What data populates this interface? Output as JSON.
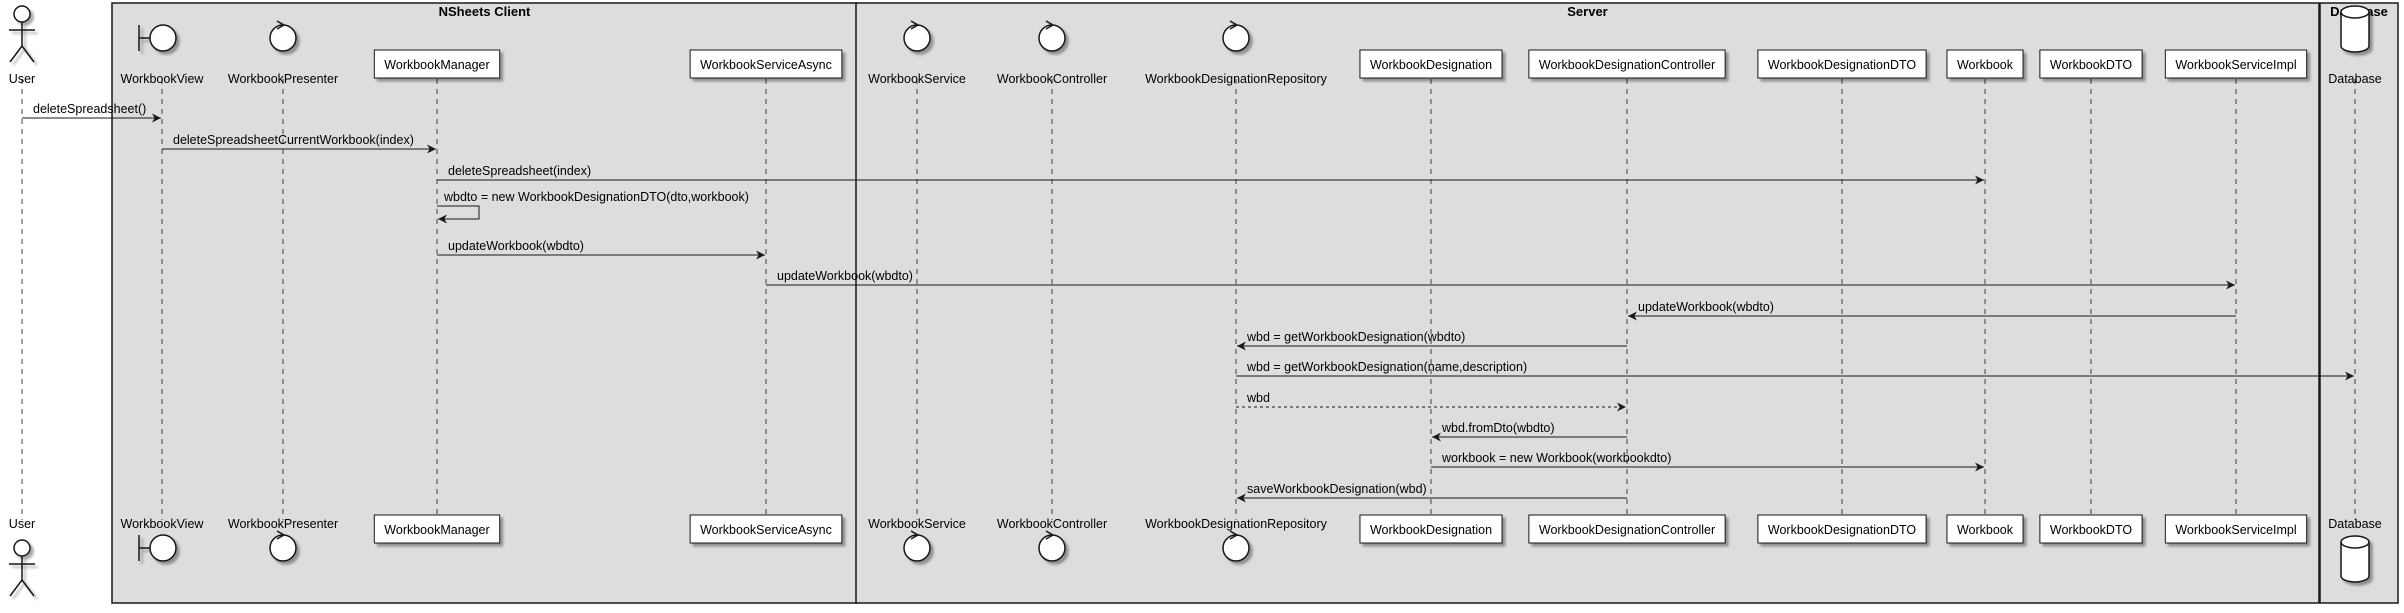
{
  "boxes": [
    {
      "id": "client",
      "title": "NSheets Client"
    },
    {
      "id": "server",
      "title": "Server"
    },
    {
      "id": "database",
      "title": "Database"
    }
  ],
  "participants": [
    {
      "id": "user",
      "label": "User",
      "kind": "actor",
      "box": null
    },
    {
      "id": "wbview",
      "label": "WorkbookView",
      "kind": "boundary",
      "box": "client"
    },
    {
      "id": "wbpres",
      "label": "WorkbookPresenter",
      "kind": "control",
      "box": "client"
    },
    {
      "id": "wbmgr",
      "label": "WorkbookManager",
      "kind": "participant",
      "box": "client"
    },
    {
      "id": "wbsa",
      "label": "WorkbookServiceAsync",
      "kind": "participant",
      "box": "client"
    },
    {
      "id": "wbsvc",
      "label": "WorkbookService",
      "kind": "control",
      "box": "server"
    },
    {
      "id": "wbctrl",
      "label": "WorkbookController",
      "kind": "control",
      "box": "server"
    },
    {
      "id": "wbdrepo",
      "label": "WorkbookDesignationRepository",
      "kind": "control",
      "box": "server"
    },
    {
      "id": "wbd",
      "label": "WorkbookDesignation",
      "kind": "participant",
      "box": "server"
    },
    {
      "id": "wbdctrl",
      "label": "WorkbookDesignationController",
      "kind": "participant",
      "box": "server"
    },
    {
      "id": "wbddto",
      "label": "WorkbookDesignationDTO",
      "kind": "participant",
      "box": "server"
    },
    {
      "id": "wb",
      "label": "Workbook",
      "kind": "participant",
      "box": "server"
    },
    {
      "id": "wbdto",
      "label": "WorkbookDTO",
      "kind": "participant",
      "box": "server"
    },
    {
      "id": "wbsimpl",
      "label": "WorkbookServiceImpl",
      "kind": "participant",
      "box": "server"
    },
    {
      "id": "db",
      "label": "Database",
      "kind": "database",
      "box": "database"
    }
  ],
  "messages": [
    {
      "from": "user",
      "to": "wbview",
      "label": "deleteSpreadsheet()",
      "style": "solid"
    },
    {
      "from": "wbview",
      "to": "wbmgr",
      "label": "deleteSpreadsheetCurrentWorkbook(index)",
      "style": "solid"
    },
    {
      "from": "wbmgr",
      "to": "wb",
      "label": "deleteSpreadsheet(index)",
      "style": "solid"
    },
    {
      "from": "wbmgr",
      "to": "wbmgr",
      "label": "wbdto = new WorkbookDesignationDTO(dto,workbook)",
      "style": "solid"
    },
    {
      "from": "wbmgr",
      "to": "wbsa",
      "label": "updateWorkbook(wbdto)",
      "style": "solid"
    },
    {
      "from": "wbsa",
      "to": "wbsimpl",
      "label": "updateWorkbook(wbdto)",
      "style": "solid"
    },
    {
      "from": "wbsimpl",
      "to": "wbdctrl",
      "label": "updateWorkbook(wbdto)",
      "style": "solid"
    },
    {
      "from": "wbdctrl",
      "to": "wbdrepo",
      "label": "wbd = getWorkbookDesignation(wbdto)",
      "style": "solid"
    },
    {
      "from": "wbdrepo",
      "to": "db",
      "label": "wbd = getWorkbookDesignation(name,description)",
      "style": "solid"
    },
    {
      "from": "wbdrepo",
      "to": "wbdctrl",
      "label": "wbd",
      "style": "dashed"
    },
    {
      "from": "wbdctrl",
      "to": "wbd",
      "label": "wbd.fromDto(wbdto)",
      "style": "solid"
    },
    {
      "from": "wbd",
      "to": "wb",
      "label": "workbook = new Workbook(workbookdto)",
      "style": "solid"
    },
    {
      "from": "wbdctrl",
      "to": "wbdrepo",
      "label": "saveWorkbookDesignation(wbd)",
      "style": "solid"
    }
  ]
}
